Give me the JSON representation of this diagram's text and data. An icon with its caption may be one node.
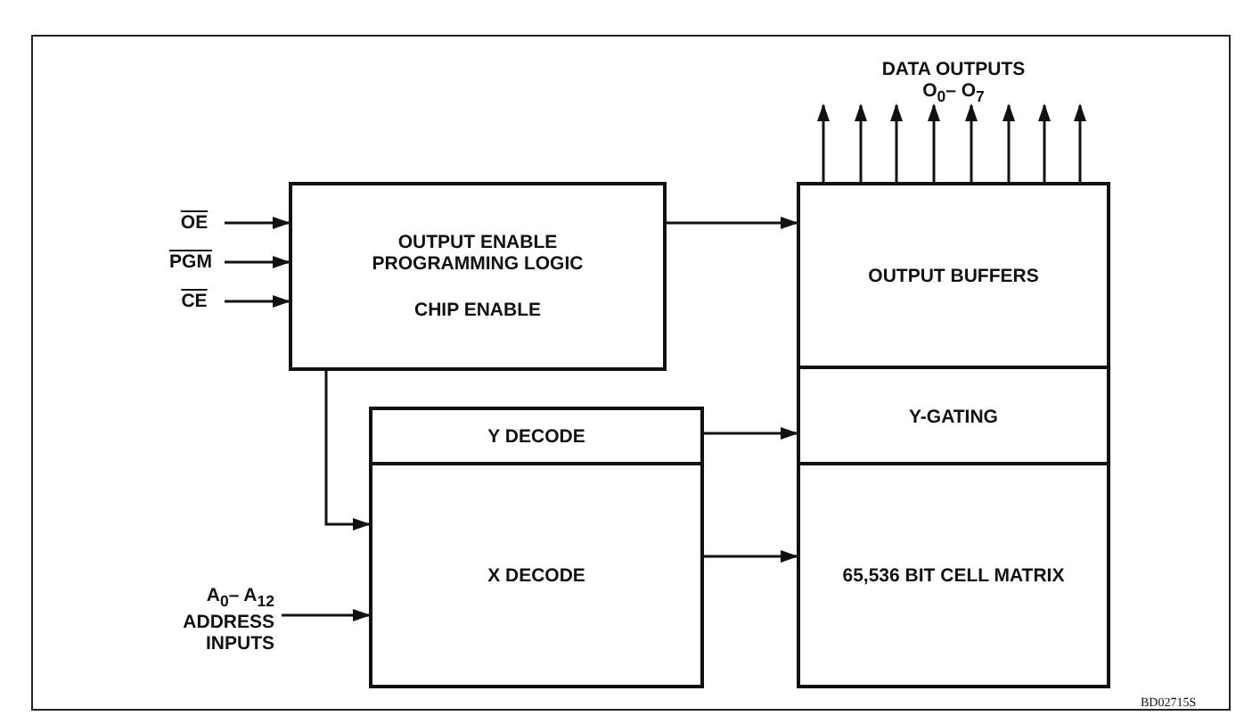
{
  "diagram": {
    "nodes": [
      {
        "text": [
          "OE"
        ]
      },
      {
        "text": [
          "PGM"
        ]
      },
      {
        "text": [
          "CE"
        ]
      },
      {
        "text": [
          "OUTPUT ENABLE PROGRAMMING LOGIC",
          "CHIP ENABLE"
        ]
      },
      {
        "text": [
          "Y DECODE"
        ]
      },
      {
        "text": [
          "X DECODE"
        ]
      },
      {
        "text": [
          "A$_{0}$– A$_{12}$ ADDRESS INPUTS"
        ]
      },
      {
        "text": [
          "OUTPUT BUFFERS"
        ]
      },
      {
        "text": [
          "Y-GATING"
        ]
      },
      {
        "text": [
          "65,536 BIT CELL MATRIX"
        ]
      },
      {
        "text": [
          "DATA OUTPUTS O$_{0}$– O$_{7}$"
        ]
      }
    ],
    "edges": [
      {
        "from": 0,
        "to": 3,
        "arrow": "to"
      },
      {
        "from": 1,
        "to": 3,
        "arrow": "to"
      },
      {
        "from": 2,
        "to": 3,
        "arrow": "to"
      },
      {
        "from": 3,
        "to": 7,
        "arrow": "to"
      },
      {
        "from": 3,
        "to": 5,
        "arrow": "to"
      },
      {
        "from": 6,
        "to": 5,
        "arrow": "to"
      },
      {
        "from": 4,
        "to": 8,
        "arrow": "to"
      },
      {
        "from": 5,
        "to": 9,
        "arrow": "to"
      },
      {
        "from": 7,
        "to": 10,
        "arrow": "to"
      },
      {
        "from": 7,
        "to": 10,
        "arrow": "to"
      },
      {
        "from": 7,
        "to": 10,
        "arrow": "to"
      },
      {
        "from": 7,
        "to": 10,
        "arrow": "to"
      },
      {
        "from": 7,
        "to": 10,
        "arrow": "to"
      },
      {
        "from": 7,
        "to": 10,
        "arrow": "to"
      },
      {
        "from": 7,
        "to": 10,
        "arrow": "to"
      },
      {
        "from": 7,
        "to": 10,
        "arrow": "to"
      }
    ],
    "labels": [
      "BD02715S"
    ]
  }
}
